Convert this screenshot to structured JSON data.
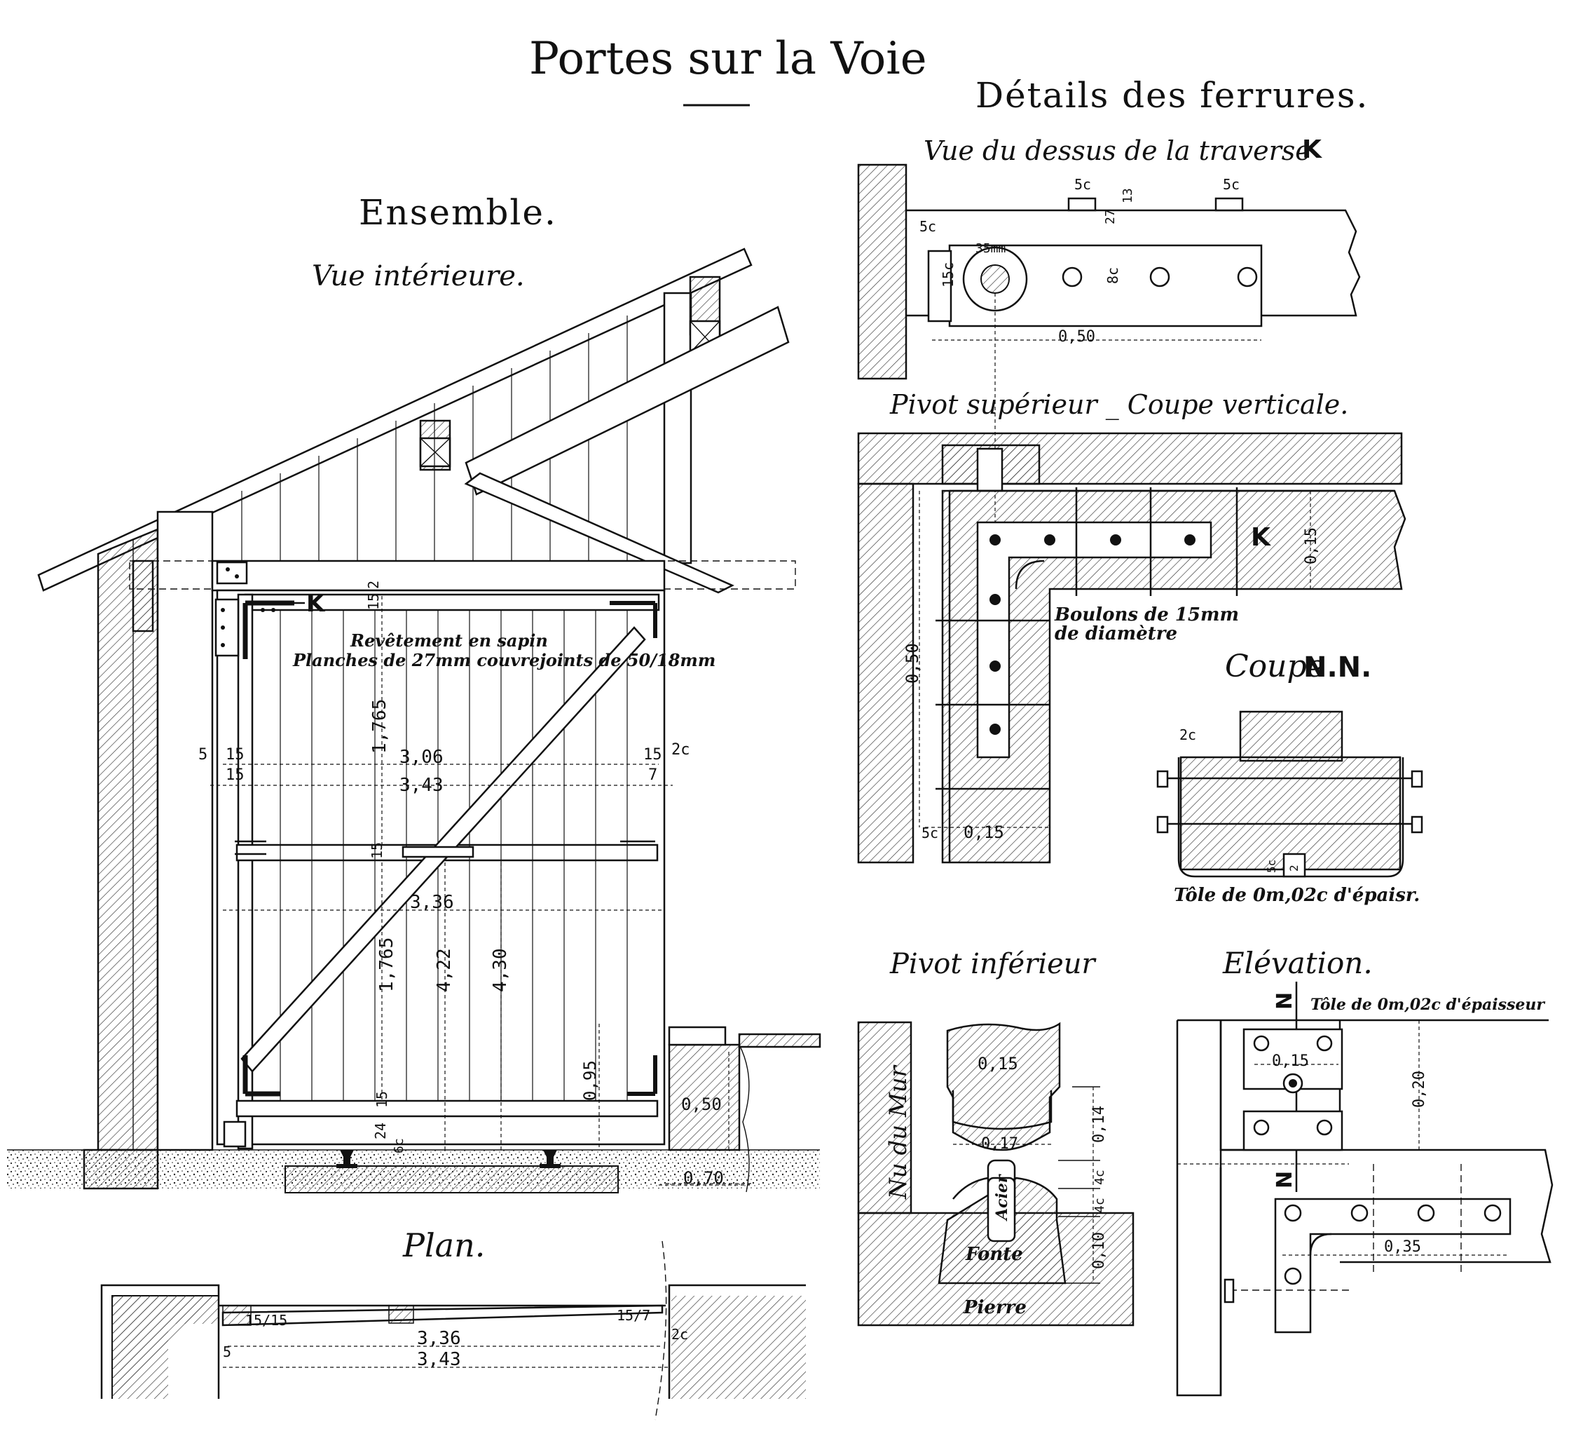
{
  "titles": {
    "main": "Portes sur la Voie",
    "details": "Détails des ferrures.",
    "ensemble": "Ensemble.",
    "vue_interieure": "Vue intérieure.",
    "plan": "Plan.",
    "vue_dessus": "Vue du dessus de la traverse",
    "vue_dessus_letter": "K",
    "pivot_superieur": "Pivot supérieur _ Coupe verticale.",
    "coupe_nn": "Coupe",
    "coupe_nn_letters": "N.N.",
    "pivot_inferieur": "Pivot inférieur",
    "elevation": "Elévation."
  },
  "notes": {
    "revetement_1": "Revêtement en sapin",
    "revetement_2": "Planches de 27mm couvrejoints de 50/18mm",
    "boulons_1": "Boulons de 15mm",
    "boulons_2": "de diamètre",
    "tole_coupe": "Tôle de 0m,02c d'épaisr.",
    "tole_elev": "Tôle de 0m,02c d'épaisseur",
    "acier": "Acier",
    "fonte": "Fonte",
    "pierre": "Pierre",
    "nu_du_mur": "Nu du Mur"
  },
  "labels": {
    "k_ensemble": "K",
    "k_pivot": "K",
    "n_top": "N",
    "n_bottom": "N"
  },
  "dims": {
    "ens_15_top": "15",
    "ens_2_top": "2",
    "ens_1765_a": "1,765",
    "ens_306": "3,06",
    "ens_343": "3,43",
    "ens_5": "5",
    "ens_15_left": "15",
    "ens_15_left_b": "15",
    "ens_15_right": "15",
    "ens_7_right": "7",
    "ens_2c_right": "2c",
    "ens_15_mid": "15",
    "ens_336": "3,36",
    "ens_1765_b": "1,765",
    "ens_422": "4,22",
    "ens_430": "4,30",
    "ens_095": "0,95",
    "ens_15_bot": "15",
    "ens_24": "24",
    "ens_6c": "6c",
    "ens_050": "0,50",
    "ens_070": "0,70",
    "plan_15_15": "15/15",
    "plan_15_7": "15/7",
    "plan_336": "3,36",
    "plan_343": "3,43",
    "plan_5": "5",
    "plan_2c": "2c",
    "k_5c_a": "5c",
    "k_5c_b": "5c",
    "k_13": "13",
    "k_27": "27",
    "k_5c_side": "5c",
    "k_35mm": "35mm",
    "k_15c": "15c",
    "k_8c": "8c",
    "k_050": "0,50",
    "ps_015_v": "0,15",
    "ps_050": "0,50",
    "ps_5c": "5c",
    "ps_015": "0,15",
    "nn_2c": "2c",
    "nn_5c": "5c",
    "nn_2": "2",
    "pi_015": "0,15",
    "pi_017": "0,17",
    "pi_014": "0,14",
    "pi_4c": "4c",
    "pi_4c_b": "4c",
    "pi_010": "0,10",
    "el_015": "0,15",
    "el_020": "0,20",
    "el_035": "0,35"
  }
}
